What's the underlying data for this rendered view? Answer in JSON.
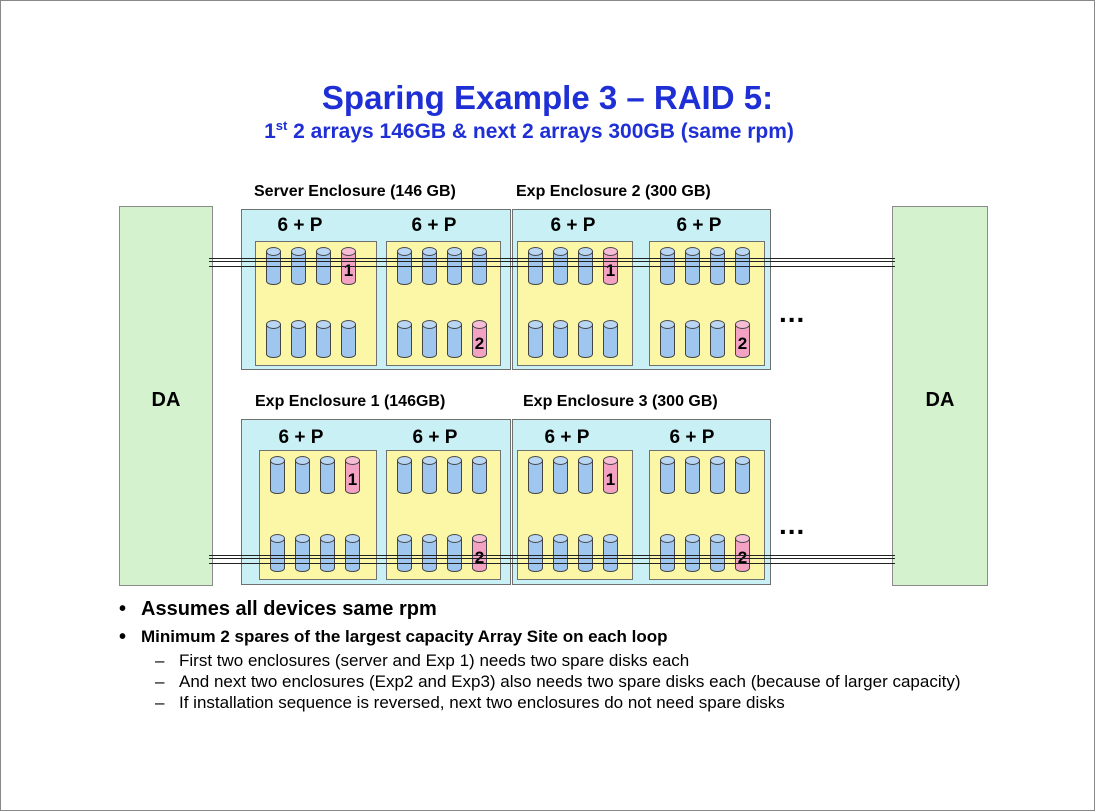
{
  "slide": {
    "title": "Sparing Example 3 – RAID 5:",
    "subtitle_sup": "st",
    "subtitle_prefix": "1",
    "subtitle_rest": " 2 arrays 146GB & next 2 arrays 300GB (same rpm)"
  },
  "da_left": "DA",
  "da_right": "DA",
  "ellipsis": "...",
  "enclosures": [
    {
      "title": "Server Enclosure (146 GB)",
      "arrays": [
        {
          "label": "6 + P",
          "top": [
            0,
            0,
            0,
            1
          ],
          "bottom": [
            0,
            0,
            0,
            0
          ]
        },
        {
          "label": "6 + P",
          "top": [
            0,
            0,
            0,
            0
          ],
          "bottom": [
            0,
            0,
            0,
            2
          ]
        }
      ]
    },
    {
      "title": "Exp Enclosure 2 (300 GB)",
      "arrays": [
        {
          "label": "6 + P",
          "top": [
            0,
            0,
            0,
            1
          ],
          "bottom": [
            0,
            0,
            0,
            0
          ]
        },
        {
          "label": "6 + P",
          "top": [
            0,
            0,
            0,
            0
          ],
          "bottom": [
            0,
            0,
            0,
            2
          ]
        }
      ]
    },
    {
      "title": "Exp Enclosure 1 (146GB)",
      "arrays": [
        {
          "label": "6 + P",
          "top": [
            0,
            0,
            0,
            1
          ],
          "bottom": [
            0,
            0,
            0,
            0
          ]
        },
        {
          "label": "6 + P",
          "top": [
            0,
            0,
            0,
            0
          ],
          "bottom": [
            0,
            0,
            0,
            2
          ]
        }
      ]
    },
    {
      "title": "Exp Enclosure 3 (300 GB)",
      "arrays": [
        {
          "label": "6 + P",
          "top": [
            0,
            0,
            0,
            1
          ],
          "bottom": [
            0,
            0,
            0,
            0
          ]
        },
        {
          "label": "6 + P",
          "top": [
            0,
            0,
            0,
            0
          ],
          "bottom": [
            0,
            0,
            0,
            2
          ]
        }
      ]
    }
  ],
  "bullets": [
    {
      "text": "Assumes all devices same rpm",
      "subs": []
    },
    {
      "text": "Minimum 2 spares of the largest capacity Array Site on each loop",
      "subs": [
        "First two enclosures (server and Exp 1) needs two spare disks each",
        "And next two enclosures (Exp2 and Exp3) also needs two spare disks each (because of larger capacity)",
        "If installation sequence is reversed, next two enclosures do not need spare disks"
      ]
    }
  ],
  "colors": {
    "title": "#1f2fd6",
    "da_fill": "#d4f2ce",
    "enclosure_fill": "#c9f0f4",
    "array_fill": "#fbf7a6",
    "disk_fill": "#9fc6ee",
    "spare_disk_fill": "#f3a2c4"
  },
  "icons": {
    "disk": "cylinder-disk-icon",
    "spare": "spare-disk-icon"
  }
}
